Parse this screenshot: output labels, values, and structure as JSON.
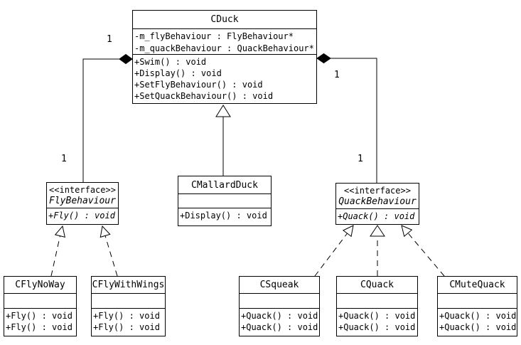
{
  "diagram_type": "uml-class-diagram",
  "colors": {
    "line": "#000000",
    "box_background": "#ffffff",
    "text": "#000000",
    "page_background": "#ffffff"
  },
  "classes": [
    {
      "name": "CDuck",
      "attributes": [
        "-m_flyBehaviour : FlyBehaviour*",
        "-m_quackBehaviour : QuackBehaviour*"
      ],
      "methods": [
        "+Swim() : void",
        "+Display() : void",
        "+SetFlyBehaviour() : void",
        "+SetQuackBehaviour() : void"
      ]
    },
    {
      "name": "CMallardDuck",
      "attributes": [],
      "methods": [
        "+Display() : void"
      ]
    },
    {
      "name": "FlyBehaviour",
      "stereotype": "<<interface>>",
      "attributes": [],
      "methods": [
        "+Fly() : void"
      ]
    },
    {
      "name": "QuackBehaviour",
      "stereotype": "<<interface>>",
      "attributes": [],
      "methods": [
        "+Quack() : void"
      ]
    },
    {
      "name": "CFlyNoWay",
      "attributes": [],
      "methods": [
        "+Fly() : void",
        "+Fly() : void"
      ]
    },
    {
      "name": "CFlyWithWings",
      "attributes": [],
      "methods": [
        "+Fly() : void",
        "+Fly() : void"
      ]
    },
    {
      "name": "CSqueak",
      "attributes": [],
      "methods": [
        "+Quack() : void",
        "+Quack() : void"
      ]
    },
    {
      "name": "CQuack",
      "attributes": [],
      "methods": [
        "+Quack() : void",
        "+Quack() : void"
      ]
    },
    {
      "name": "CMuteQuack",
      "attributes": [],
      "methods": [
        "+Quack() : void",
        "+Quack() : void"
      ]
    }
  ],
  "relations": [
    {
      "type": "composition",
      "from": "CDuck",
      "to": "FlyBehaviour",
      "source_multiplicity": "1",
      "target_multiplicity": "1"
    },
    {
      "type": "composition",
      "from": "CDuck",
      "to": "QuackBehaviour",
      "source_multiplicity": "1",
      "target_multiplicity": "1"
    },
    {
      "type": "generalization",
      "from": "CMallardDuck",
      "to": "CDuck"
    },
    {
      "type": "realization",
      "from": "CFlyNoWay",
      "to": "FlyBehaviour"
    },
    {
      "type": "realization",
      "from": "CFlyWithWings",
      "to": "FlyBehaviour"
    },
    {
      "type": "realization",
      "from": "CSqueak",
      "to": "QuackBehaviour"
    },
    {
      "type": "realization",
      "from": "CQuack",
      "to": "QuackBehaviour"
    },
    {
      "type": "realization",
      "from": "CMuteQuack",
      "to": "QuackBehaviour"
    }
  ]
}
